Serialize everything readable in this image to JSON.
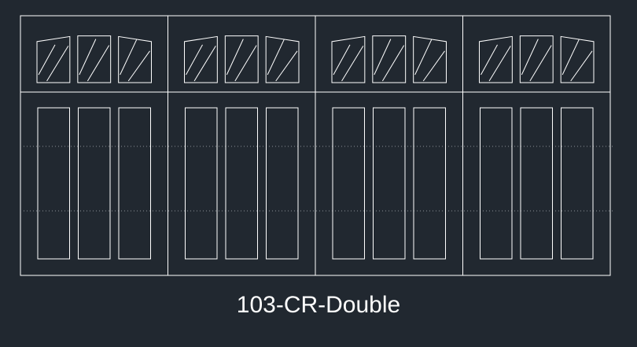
{
  "caption": "103-CR-Double",
  "colors": {
    "background": "#212830",
    "lines": "#ffffff",
    "guides": "#8a8f96"
  },
  "door": {
    "sections": 4,
    "windows_per_section": 3,
    "panels_per_section": 3,
    "window_style": "arched-top glass with diagonal hatch",
    "panel_style": "tall rectangular recessed panels",
    "guide_lines": 2
  }
}
